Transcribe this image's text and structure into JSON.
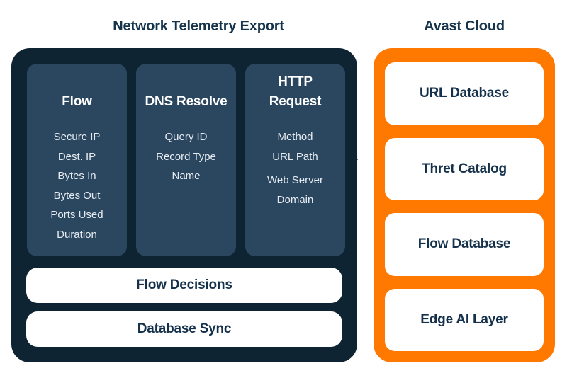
{
  "titles": {
    "left": "Network Telemetry Export",
    "right": "Avast Cloud"
  },
  "colors": {
    "panel_dark": "#0e2433",
    "column_slate": "#2b4760",
    "accent_orange": "#ff7800",
    "navy_text": "#14304a",
    "light_item_text": "#e6ecf1",
    "white": "#ffffff"
  },
  "telemetry_panel": {
    "columns": [
      {
        "title": "Flow",
        "items": [
          "Secure IP",
          "Dest. IP",
          "Bytes In",
          "Bytes Out",
          "Ports Used",
          "Duration"
        ]
      },
      {
        "title": "DNS Resolve",
        "items": [
          "Query ID",
          "Record Type",
          "Name"
        ]
      },
      {
        "title": "HTTP Request",
        "items": [
          "Method",
          "URL Path",
          "Web Server Domain"
        ]
      }
    ],
    "bars": [
      "Flow Decisions",
      "Database Sync"
    ]
  },
  "cloud_panel": {
    "cards": [
      "URL Database",
      "Thret Catalog",
      "Flow Database",
      "Edge AI Layer"
    ]
  }
}
